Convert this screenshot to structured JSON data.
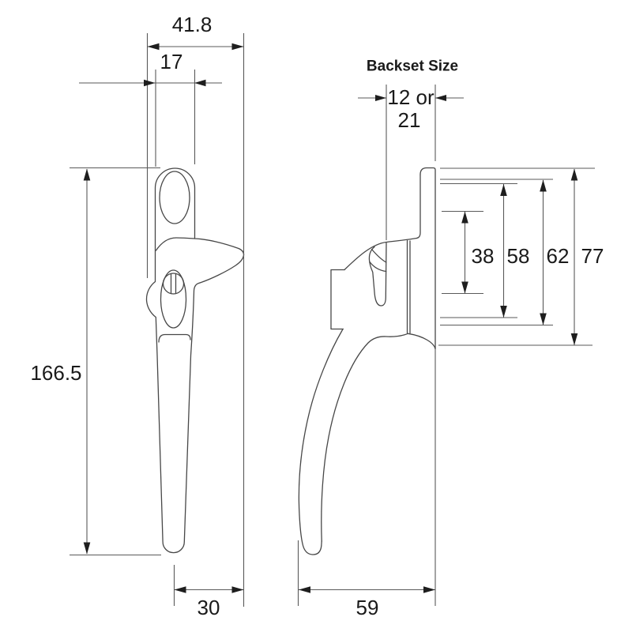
{
  "drawing": {
    "type": "technical-dimension-drawing",
    "subject": "window handle, front and side elevation",
    "units_shown": "millimetres (implied)",
    "colors": {
      "background": "#ffffff",
      "part_outline": "#474747",
      "dimension_line": "#5a5a5a",
      "arrow_fill": "#1e1e1e",
      "text": "#1a1a1a"
    }
  },
  "front_view": {
    "dim_overall_width": "41.8",
    "dim_plate_width": "17",
    "dim_overall_height": "166.5",
    "dim_base_offset": "30"
  },
  "side_view": {
    "heading": "Backset Size",
    "backset_line1": "12 or",
    "backset_line2": "21",
    "dim_span_38": "38",
    "dim_span_58": "58",
    "dim_span_62": "62",
    "dim_span_77": "77",
    "dim_handle_depth": "59"
  }
}
